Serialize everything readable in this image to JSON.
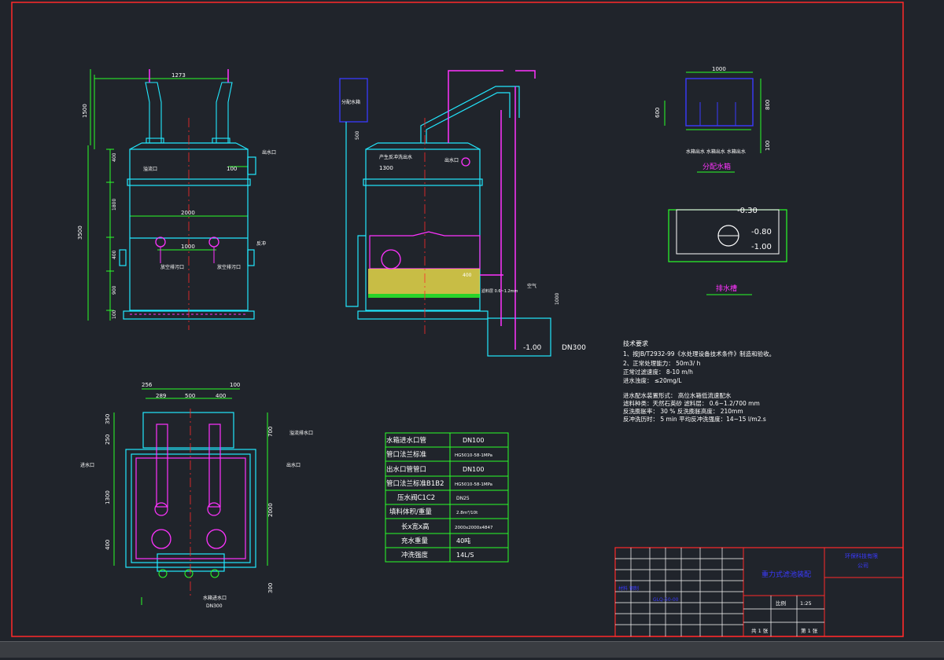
{
  "colors": {
    "background": "#20242b",
    "frame": "#ff2a2a",
    "outline": "#22e8ff",
    "dimension": "#2aff2a",
    "pipe": "#ff33ff",
    "equipment": "#3a3aff",
    "text": "#ffffff",
    "table": "#2aff2a",
    "filter_media": "#e6d84a"
  },
  "front_view": {
    "dim_top_width": "1273",
    "dim_height_top": "1500",
    "dim_total_height": "3500",
    "dim_seg_400_a": "400",
    "dim_seg_1800": "1800",
    "dim_seg_400_b": "400",
    "dim_seg_900": "900",
    "dim_seg_100": "100",
    "dim_inner_width": "2000",
    "dim_inlet_spacing": "1000",
    "dim_outlet_offset": "100",
    "label_overflow": "溢流口",
    "label_outlet": "出水口",
    "label_side": "反冲",
    "label_drain_left": "放空排污口",
    "label_drain_right": "放空排污口"
  },
  "side_view": {
    "label_tank": "分配水箱",
    "dim_500": "500",
    "dim_1300": "1300",
    "label_top": "产生反冲洗出水",
    "label_outlet": "出水口",
    "label_media": "滤料层 0.6~1.2mm",
    "dim_400": "400",
    "dim_1000": "1000",
    "label_air": "空气",
    "level": "-1.00",
    "label_dn": "DN300"
  },
  "distribution_tank": {
    "dim_width": "1000",
    "dim_height": "800",
    "dim_side": "600",
    "dim_bottom": "100",
    "label_outlets": "水箱出水 水箱出水 水箱出水",
    "title": "分配水箱"
  },
  "drain_well": {
    "level_top": "-0.30",
    "level_mid": "-0.80",
    "level_bottom": "-1.00",
    "title": "排水槽"
  },
  "plan_view": {
    "dim_256": "256",
    "dim_100": "100",
    "dim_289": "289",
    "dim_500": "500",
    "dim_400": "400",
    "dim_350": "350",
    "dim_250": "250",
    "dim_700": "700",
    "dim_1300": "1300",
    "dim_400_left": "400",
    "dim_2000": "2000",
    "dim_300": "300",
    "label_left": "进水口",
    "label_right": "出水口",
    "label_top_right": "溢流排水口",
    "label_bottom": "水箱进水口",
    "label_bottom_sub": "DN300"
  },
  "tech_requirements": {
    "title": "技术要求",
    "lines": [
      "1、按JB/T2932-99《水处理设备技术条件》制造和验收。",
      "2、正常处理能力：  50m3/ h",
      "   正常过滤速度：  8-10 m/h",
      "   进水浊度：  ≤20mg/L",
      "",
      "   进水配水装置形式：   高位水箱低流速配水",
      "   滤料种类：天然石英砂   滤料层：   0.6~1.2/700 mm",
      "   反洗膨胀率：     30 % 反洗膨胀高度：  210mm",
      "   反冲洗历时：     5 min 平均反冲洗强度：14~15 l/m2.s"
    ]
  },
  "spec_table": {
    "rows": [
      {
        "label": "水箱进水口管",
        "value": "DN100"
      },
      {
        "label": "管口法兰标准",
        "value": "HG5010-58-1MPa"
      },
      {
        "label": "出水口管管口",
        "value": "DN100"
      },
      {
        "label": "管口法兰标准B1B2",
        "value": "HG5010-58-1MPa"
      },
      {
        "label": "压水阀C1C2",
        "value": "DN25"
      },
      {
        "label": "填料体积/重量",
        "value": "2.8m³/10t"
      },
      {
        "label": "长x宽x高",
        "value": "2000x2000x4847"
      },
      {
        "label": "充水重量",
        "value": "40吨"
      },
      {
        "label": "冲洗强度",
        "value": "14L/S"
      }
    ]
  },
  "title_block": {
    "drawing_name": "重力式滤池装配",
    "company_line1": "环保科技有限",
    "company_line2": "公司",
    "scale_label": "比例",
    "scale_value": "1:25",
    "sheet_total": "共 1 张",
    "sheet_index": "第 1 张",
    "material": "材料 钢制",
    "drawing_number": "GLQ-50-00"
  }
}
